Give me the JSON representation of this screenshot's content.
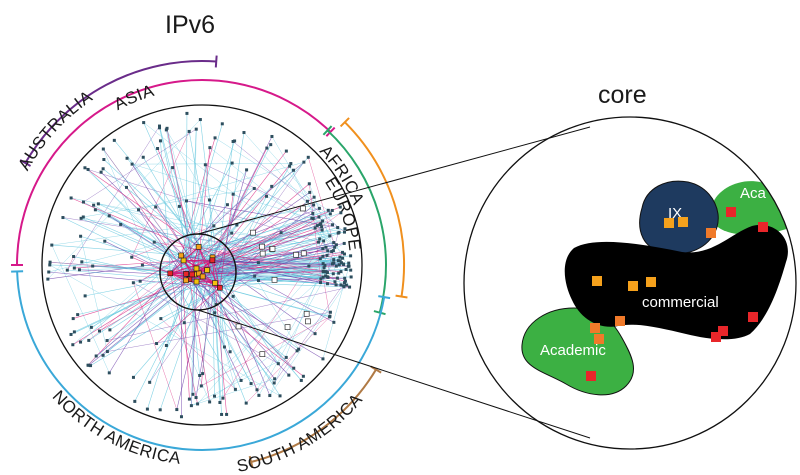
{
  "title": "IPv6",
  "zoom_title": "core",
  "regions": {
    "australia": "AUSTRALIA",
    "asia": "ASIA",
    "africa": "AFRICA",
    "europe": "EUROPE",
    "north_america": "NORTH AMERICA",
    "south_america": "SOUTH AMERICA"
  },
  "core_zones": {
    "ix": "IX",
    "academic_top": "Aca",
    "commercial": "commercial",
    "academic": "Academic"
  },
  "colors": {
    "australia": "#6a2c8a",
    "asia": "#d6198a",
    "africa": "#f0901e",
    "europe": "#2aa56a",
    "north_america": "#3aa8d8",
    "south_america": "#b07a45",
    "ix": "#1e3a5f",
    "academic": "#3cb043",
    "commercial": "#000000",
    "node_orange": "#f5a11c",
    "node_red": "#e8262a",
    "edge_cyan": "#5bc4dc",
    "edge_purple": "#6a3aa8",
    "edge_pink": "#d81b7a"
  }
}
